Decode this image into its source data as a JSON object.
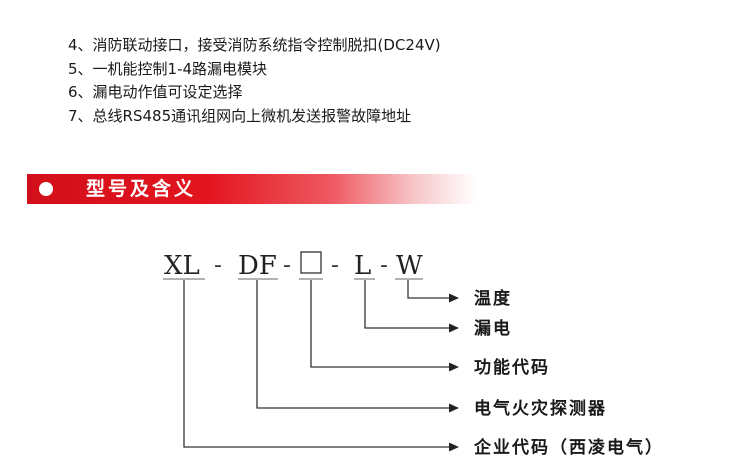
{
  "features": [
    "4、消防联动接口，接受消防系统指令控制脱扣(DC24V)",
    "5、一机能控制1-4路漏电模块",
    "6、漏电动作值可设定选择",
    "7、总线RS485通讯组网向上微机发送报警故障地址"
  ],
  "section": {
    "title": "型号及含义"
  },
  "model": {
    "part_xl": "XL",
    "part_df": "DF",
    "part_l": "L",
    "part_w": "W",
    "dash": "-",
    "labels": {
      "w": "温度",
      "l": "漏电",
      "box": "功能代码",
      "df": "电气火灾探测器",
      "xl": "企业代码（西凌电气）"
    }
  }
}
